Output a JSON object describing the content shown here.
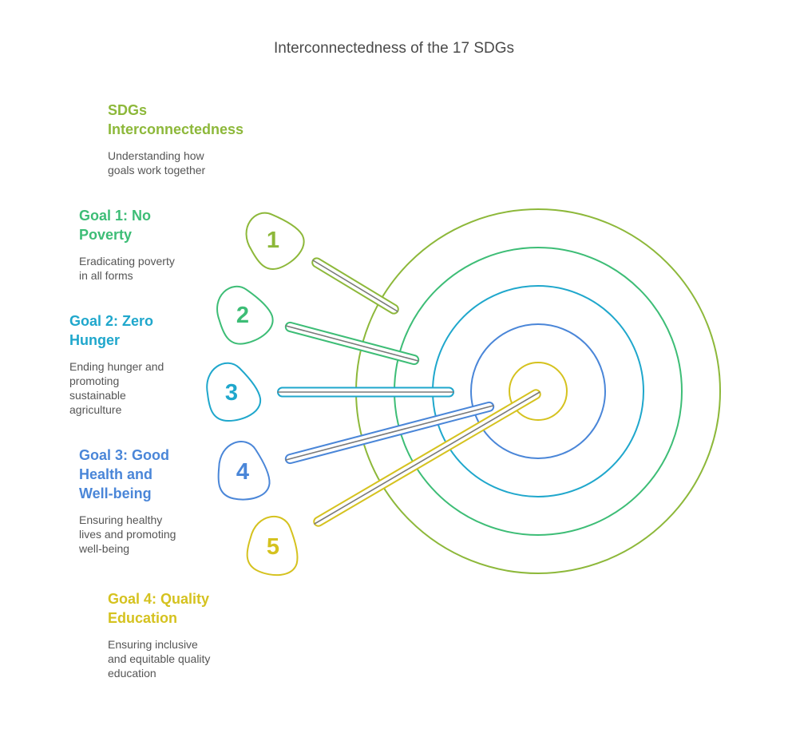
{
  "title": "Interconnectedness of the 17 SDGs",
  "labels": [
    {
      "heading_lines": [
        "SDGs",
        "Interconnectedness"
      ],
      "desc_lines": [
        "Understanding how",
        "goals work together"
      ],
      "color": "#8db83a"
    },
    {
      "heading_lines": [
        "Goal 1: No",
        "Poverty"
      ],
      "desc_lines": [
        "Eradicating poverty",
        "in all forms"
      ],
      "color": "#3dbd76"
    },
    {
      "heading_lines": [
        "Goal 2: Zero",
        "Hunger"
      ],
      "desc_lines": [
        "Ending hunger and",
        "promoting",
        "sustainable",
        "agriculture"
      ],
      "color": "#1fa7cc"
    },
    {
      "heading_lines": [
        "Goal 3: Good",
        "Health and",
        "Well-being"
      ],
      "desc_lines": [
        "Ensuring healthy",
        "lives and promoting",
        "well-being"
      ],
      "color": "#4a86d8"
    },
    {
      "heading_lines": [
        "Goal 4: Quality",
        "Education"
      ],
      "desc_lines": [
        "Ensuring inclusive",
        "and equitable quality",
        "education"
      ],
      "color": "#d5c21f"
    }
  ],
  "darts": [
    {
      "number": "1",
      "color": "#8db83a"
    },
    {
      "number": "2",
      "color": "#3dbd76"
    },
    {
      "number": "3",
      "color": "#1fa7cc"
    },
    {
      "number": "4",
      "color": "#4a86d8"
    },
    {
      "number": "5",
      "color": "#d5c21f"
    }
  ],
  "rings": [
    {
      "color": "#8db83a"
    },
    {
      "color": "#3dbd76"
    },
    {
      "color": "#1fa7cc"
    },
    {
      "color": "#4a86d8"
    },
    {
      "color": "#d5c21f"
    }
  ],
  "shaft_color": "#7a7a7a"
}
